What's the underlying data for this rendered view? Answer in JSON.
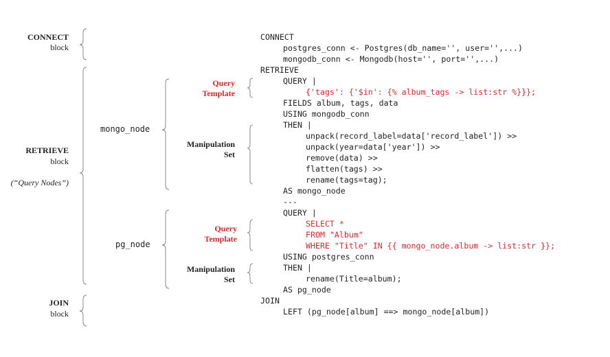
{
  "labels": {
    "connect": {
      "title": "CONNECT",
      "sub": "block"
    },
    "retrieve": {
      "title": "RETRIEVE",
      "sub": "block",
      "note": "(“Query Nodes”)"
    },
    "join": {
      "title": "JOIN",
      "sub": "block"
    },
    "mongo_node": "mongo_node",
    "pg_node": "pg_node",
    "query_template_1": {
      "line1": "Query",
      "line2": "Template"
    },
    "manipulation_set_1": {
      "line1": "Manipulation",
      "line2": "Set"
    },
    "query_template_2": {
      "line1": "Query",
      "line2": "Template"
    },
    "manipulation_set_2": {
      "line1": "Manipulation",
      "line2": "Set"
    }
  },
  "colors": {
    "accent": "#e8242a",
    "text": "#222222",
    "brace": "#888888"
  },
  "code_lines": [
    {
      "indent": 0,
      "text": "CONNECT",
      "red": false
    },
    {
      "indent": 1,
      "text": "postgres_conn <- Postgres(db_name='', user='',...)",
      "red": false
    },
    {
      "indent": 1,
      "text": "mongodb_conn <- Mongodb(host='', port='',...)",
      "red": false
    },
    {
      "indent": 0,
      "text": "RETRIEVE",
      "red": false
    },
    {
      "indent": 1,
      "text": "QUERY |",
      "red": false
    },
    {
      "indent": 2,
      "text": "{'tags': {'$in': {% album_tags -> list:str %}}};",
      "red": true
    },
    {
      "indent": 1,
      "text": "FIELDS album, tags, data",
      "red": false
    },
    {
      "indent": 1,
      "text": "USING mongodb_conn",
      "red": false
    },
    {
      "indent": 1,
      "text": "THEN |",
      "red": false
    },
    {
      "indent": 2,
      "text": "unpack(record_label=data['record_label']) >>",
      "red": false
    },
    {
      "indent": 2,
      "text": "unpack(year=data['year']) >>",
      "red": false
    },
    {
      "indent": 2,
      "text": "remove(data) >>",
      "red": false
    },
    {
      "indent": 2,
      "text": "flatten(tags) >>",
      "red": false
    },
    {
      "indent": 2,
      "text": "rename(tags=tag);",
      "red": false
    },
    {
      "indent": 1,
      "text": "AS mongo_node",
      "red": false
    },
    {
      "indent": 1,
      "text": "---",
      "red": false
    },
    {
      "indent": 1,
      "text": "QUERY |",
      "red": false
    },
    {
      "indent": 2,
      "text": "SELECT *",
      "red": true
    },
    {
      "indent": 2,
      "text": "FROM \"Album\"",
      "red": true
    },
    {
      "indent": 2,
      "text": "WHERE \"Title\" IN {{ mongo_node.album -> list:str }};",
      "red": true
    },
    {
      "indent": 1,
      "text": "USING postgres_conn",
      "red": false
    },
    {
      "indent": 1,
      "text": "THEN |",
      "red": false
    },
    {
      "indent": 2,
      "text": "rename(Title=album);",
      "red": false
    },
    {
      "indent": 1,
      "text": "AS pg_node",
      "red": false
    },
    {
      "indent": 0,
      "text": "JOIN",
      "red": false
    },
    {
      "indent": 1,
      "text": "LEFT (pg_node[album] ==> mongo_node[album])",
      "red": false
    }
  ]
}
